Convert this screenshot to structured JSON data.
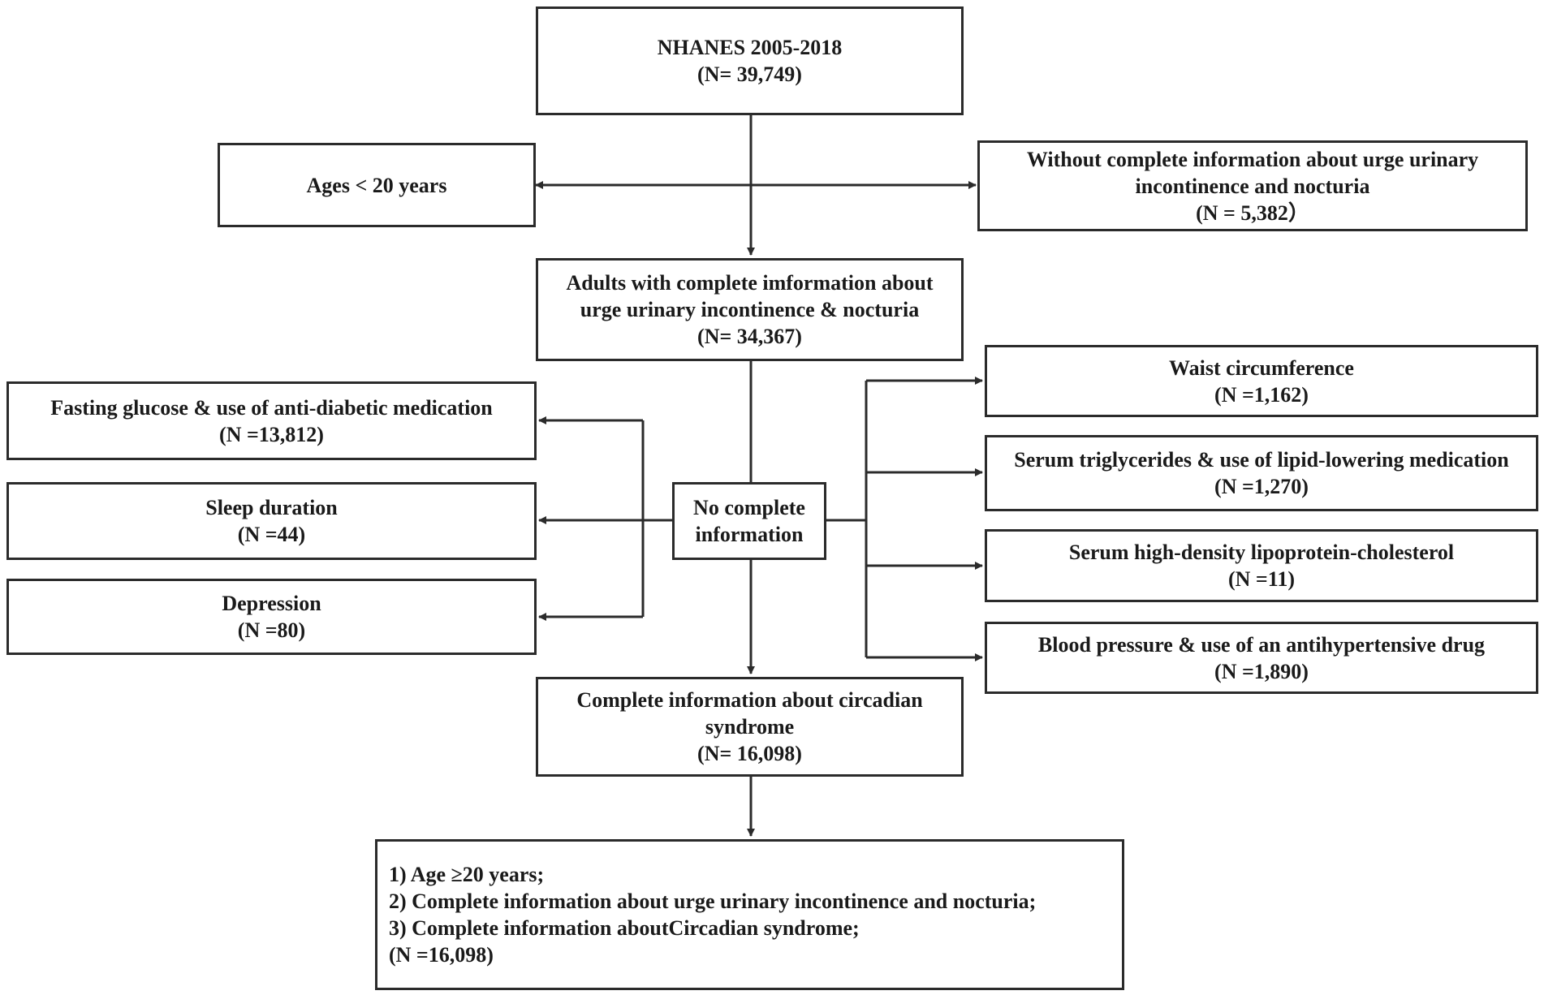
{
  "colors": {
    "line": "#2b2b2b",
    "text": "#1a1a1a",
    "background": "#ffffff"
  },
  "boxes": {
    "nhanes": {
      "title": "NHANES 2005-2018",
      "count": "(N= 39,749)"
    },
    "ages_excluded": {
      "title": "Ages < 20 years"
    },
    "no_uui_info": {
      "line1": "Without complete information about urge urinary",
      "line2": "incontinence and nocturia",
      "count": "(N = 5,382）"
    },
    "adults_complete": {
      "line1": "Adults with complete imformation about",
      "line2": "urge urinary incontinence & nocturia",
      "count": "(N= 34,367)"
    },
    "no_complete": {
      "line1": "No complete",
      "line2": "information"
    },
    "fasting_glucose": {
      "title": "Fasting glucose & use of anti-diabetic medication",
      "count": "(N =13,812)"
    },
    "sleep_duration": {
      "title": "Sleep duration",
      "count": "(N =44)"
    },
    "depression": {
      "title": "Depression",
      "count": "(N =80)"
    },
    "waist": {
      "title": "Waist circumference",
      "count": "(N =1,162)"
    },
    "triglycerides": {
      "title": "Serum triglycerides & use of lipid-lowering medication",
      "count": "(N =1,270)"
    },
    "hdl": {
      "title": "Serum high-density lipoprotein-cholesterol",
      "count": "(N =11)"
    },
    "blood_pressure": {
      "title": "Blood pressure & use of an antihypertensive drug",
      "count": "(N =1,890)"
    },
    "circadian_complete": {
      "line1": "Complete information about circadian",
      "line2": "syndrome",
      "count": "(N= 16,098)"
    },
    "final_criteria": {
      "line1": "1) Age ≥20 years;",
      "line2": "2) Complete information about urge urinary incontinence and nocturia;",
      "line3": "3) Complete information aboutCircadian syndrome;",
      "count": "(N =16,098)"
    }
  }
}
